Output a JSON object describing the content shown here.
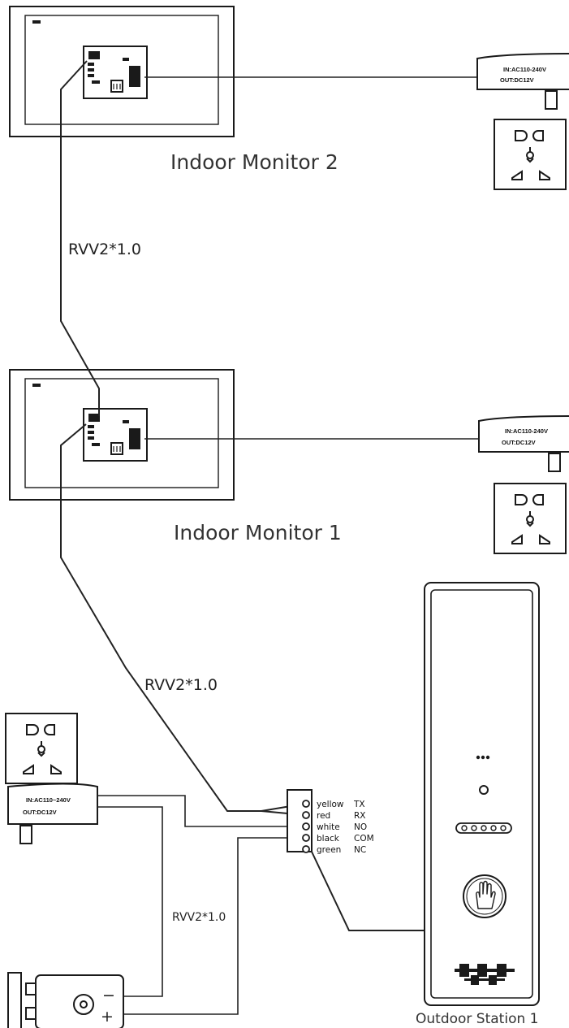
{
  "monitors": [
    {
      "id": "m2",
      "label": "Indoor Monitor 2"
    },
    {
      "id": "m1",
      "label": "Indoor Monitor 1"
    }
  ],
  "cables": {
    "c1": "RVV2*1.0",
    "c2": "RVV2*1.0",
    "c3": "RVV2*1.0"
  },
  "adapters": [
    {
      "id": "a2",
      "in": "IN:AC110-240V",
      "out": "OUT:DC12V"
    },
    {
      "id": "a1",
      "in": "IN:AC110-240V",
      "out": "OUT:DC12V"
    },
    {
      "id": "a3",
      "in": "IN:AC110~240V",
      "out": "OUT:DC12V"
    }
  ],
  "terminals": [
    {
      "color": "yellow",
      "signal": "TX"
    },
    {
      "color": "red",
      "signal": "RX"
    },
    {
      "color": "white",
      "signal": "NO"
    },
    {
      "color": "black",
      "signal": "COM"
    },
    {
      "color": "green",
      "signal": "NC"
    }
  ],
  "outdoor_station": {
    "label": "Outdoor Station 1"
  },
  "lock": {
    "minus": "−",
    "plus": "+"
  }
}
